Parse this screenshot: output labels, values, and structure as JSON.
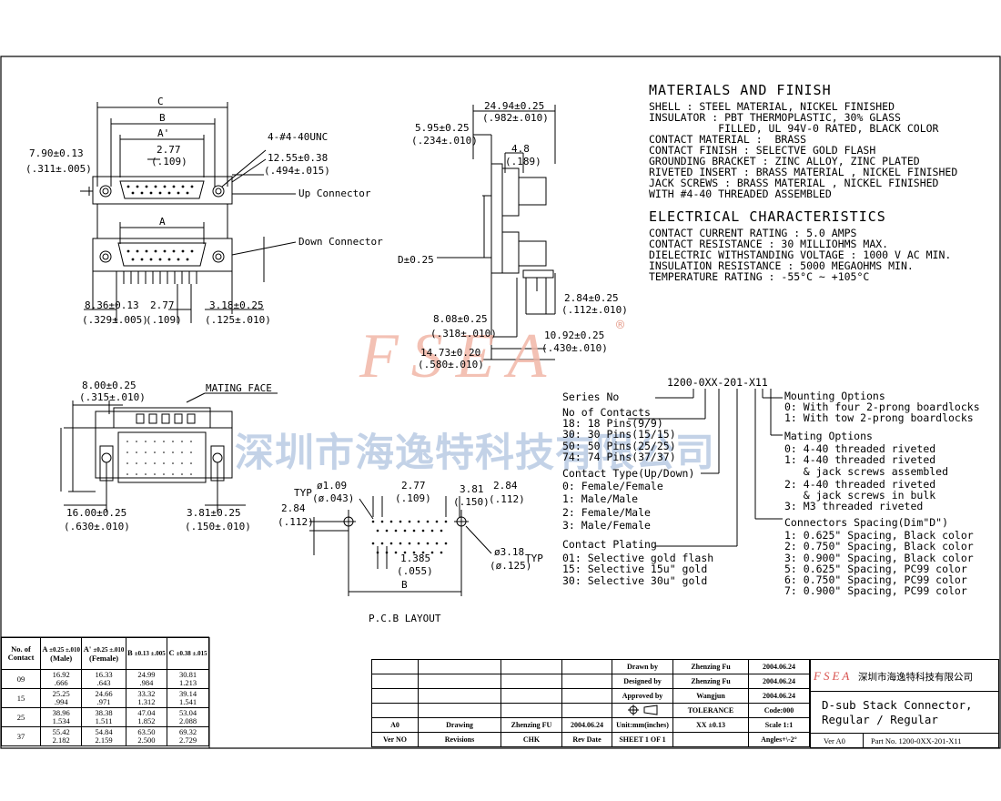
{
  "spec": {
    "materials_title": "MATERIALS AND FINISH",
    "materials": [
      "SHELL : STEEL MATERIAL, NICKEL FINISHED",
      "INSULATOR : PBT THERMOPLASTIC, 30% GLASS",
      "           FILLED, UL 94V-0 RATED, BLACK COLOR",
      "CONTACT MATERIAL :  BRASS",
      "CONTACT FINISH : SELECTVE GOLD FLASH",
      "GROUNDING BRACKET : ZINC ALLOY, ZINC PLATED",
      "RIVETED INSERT : BRASS MATERIAL , NICKEL FINISHED",
      "JACK SCREWS : BRASS MATERIAL , NICKEL FINISHED",
      "WITH #4-40 THREADED ASSEMBLED"
    ],
    "electrical_title": "ELECTRICAL CHARACTERISTICS",
    "electrical": [
      "CONTACT CURRENT RATING : 5.0 AMPS",
      "CONTACT RESISTANCE : 30 MILLIOHMS MAX.",
      "DIELECTRIC WITHSTANDING VOLTAGE : 1000 V AC MIN.",
      "INSULATION RESISTANCE : 5000 MEGAOHMS MIN.",
      "TEMPERATURE RATING : -55°C ~ +105°C"
    ]
  },
  "front_view": {
    "C": "C",
    "B": "B",
    "A_prime": "A'",
    "A": "A",
    "d_790": "7.90±0.13",
    "d_790_in": "(.311±.005)",
    "d_277": "2.77",
    "d_277_in": "(.109)",
    "d_thread": "4-#4-40UNC",
    "d_1255": "12.55±0.38",
    "d_1255_in": "(.494±.015)",
    "up_connector": "Up Connector",
    "down_connector": "Down Connector",
    "d_836": "8.36±0.13",
    "d_836_in": "(.329±.005)",
    "d_277b": "2.77",
    "d_277b_in": "(.109)",
    "d_318": "3.18±0.25",
    "d_318_in": "(.125±.010)"
  },
  "side_view": {
    "d_2494": "24.94±0.25",
    "d_2494_in": "(.982±.010)",
    "d_595": "5.95±0.25",
    "d_595_in": "(.234±.010)",
    "d_48": "4.8",
    "d_48_in": "(.189)",
    "d_D": "D±0.25",
    "d_284": "2.84±0.25",
    "d_284_in": "(.112±.010)",
    "d_808": "8.08±0.25",
    "d_808_in": "(.318±.010)",
    "d_1092": "10.92±0.25",
    "d_1092_in": "(.430±.010)",
    "d_1473": "14.73±0.20",
    "d_1473_in": "(.580±.010)"
  },
  "mating_view": {
    "d_800": "8.00±0.25",
    "d_800_in": "(.315±.010)",
    "mating_face": "MATING FACE",
    "d_1600": "16.00±0.25",
    "d_1600_in": "(.630±.010)",
    "d_381": "3.81±0.25",
    "d_381_in": "(.150±.010)"
  },
  "pcb": {
    "typ": "TYP",
    "d_109": "ø1.09",
    "d_109_in": "(ø.043)",
    "d_277": "2.77",
    "d_277_in": "(.109)",
    "d_381": "3.81",
    "d_381_in": "(.150)",
    "d_284r": "2.84",
    "d_284r_in": "(.112)",
    "d_284l": "2.84",
    "d_284l_in": "(.112)",
    "d_1385": "1.385",
    "d_1385_in": "(.055)",
    "d_318": "ø3.18",
    "d_318_in": "(ø.125)",
    "typ2": "TYP",
    "B": "B",
    "layout_label": "P.C.B LAYOUT"
  },
  "watermark": {
    "logo": "FSEA",
    "reg": "®",
    "company": "深圳市海逸特科技有限公司"
  },
  "ordering": {
    "part_code": "1200-0XX-201-X11",
    "series_no": "Series No",
    "contacts_title": "No of Contacts",
    "contacts": [
      "18: 18 Pins(9/9)",
      "30: 30 Pins(15/15)",
      "50: 50 Pins(25/25)",
      "74: 74 Pins(37/37)"
    ],
    "type_title": "Contact Type(Up/Down)",
    "types": [
      "0: Female/Female",
      "1: Male/Male",
      "2: Female/Male",
      "3: Male/Female"
    ],
    "plating_title": "Contact Plating",
    "platings": [
      "01: Selective gold flash",
      "15: Selective 15u\" gold",
      "30: Selective 30u\" gold"
    ],
    "mounting_title": "Mounting Options",
    "mountings": [
      "0: With four 2-prong boardlocks",
      "1: With tow 2-prong boardlocks"
    ],
    "mating_title": "Mating Options",
    "matings": [
      "0: 4-40 threaded riveted",
      "1: 4-40 threaded riveted",
      "   & jack screws assembled",
      "2: 4-40 threaded riveted",
      "   & jack screws in bulk",
      "3: M3 threaded riveted"
    ],
    "spacing_title": "Connectors Spacing(Dim\"D\")",
    "spacings": [
      "1: 0.625\" Spacing, Black color",
      "2: 0.750\" Spacing, Black color",
      "3: 0.900\" Spacing, Black color",
      "5: 0.625\" Spacing, PC99 color",
      "6: 0.750\" Spacing, PC99 color",
      "7: 0.900\" Spacing, PC99 color"
    ]
  },
  "contact_table": {
    "h_no": "No. of Contact",
    "h_A": "A",
    "h_A_tol": "±0.25 ±.010",
    "h_A_sub": "(Male)",
    "h_A2": "A'",
    "h_A2_tol": "±0.25 ±.010",
    "h_A2_sub": "(Female)",
    "h_B": "B",
    "h_B_tol": "±0.13 ±.005",
    "h_C": "C",
    "h_C_tol": "±0.38 ±.015",
    "rows": [
      {
        "n": "09",
        "a": "16.92",
        "a_in": ".666",
        "a2": "16.33",
        "a2_in": ".643",
        "b": "24.99",
        "b_in": ".984",
        "c": "30.81",
        "c_in": "1.213"
      },
      {
        "n": "15",
        "a": "25.25",
        "a_in": ".994",
        "a2": "24.66",
        "a2_in": ".971",
        "b": "33.32",
        "b_in": "1.312",
        "c": "39.14",
        "c_in": "1.541"
      },
      {
        "n": "25",
        "a": "38.96",
        "a_in": "1.534",
        "a2": "38.38",
        "a2_in": "1.511",
        "b": "47.04",
        "b_in": "1.852",
        "c": "53.04",
        "c_in": "2.088"
      },
      {
        "n": "37",
        "a": "55.42",
        "a_in": "2.182",
        "a2": "54.84",
        "a2_in": "2.159",
        "b": "63.50",
        "b_in": "2.500",
        "c": "69.32",
        "c_in": "2.729"
      }
    ]
  },
  "title_block": {
    "drawn_label": "Drawn   by",
    "drawn_name": "Zhenzing Fu",
    "drawn_date": "2004.06.24",
    "designed_label": "Designed by",
    "designed_name": "Zhenzing Fu",
    "designed_date": "2004.06.24",
    "approved_label": "Approved by",
    "approved_name": "Wangjun",
    "approved_date": "2004.06.24",
    "tolerance_label": "TOLERANCE",
    "tol_xx": "XX   ±0.13",
    "angles": "Angles+\\-2°",
    "code": "Code:000",
    "scale": "Scale 1:1",
    "units": "Unit:mm(inches)",
    "sheet": "SHEET 1 OF 1",
    "rev_ver": "A0",
    "rev_desc": "Drawing",
    "rev_chk": "Zhenzing FU",
    "rev_date": "2004.06.24",
    "h_ver": "Ver NO",
    "h_rev": "Revisions",
    "h_chk": "CHK",
    "h_date": "Rev Date",
    "logo": "FSEA",
    "company": "深圳市海逸特科技有限公司",
    "title_line1": "D-sub Stack Connector,",
    "title_line2": "Regular / Regular",
    "ver": "Ver A0",
    "part_no": "Part No. 1200-0XX-201-X11"
  },
  "colors": {
    "watermark_red": "#e8a090",
    "watermark_blue": "#9fb7d6",
    "line": "#000000"
  }
}
